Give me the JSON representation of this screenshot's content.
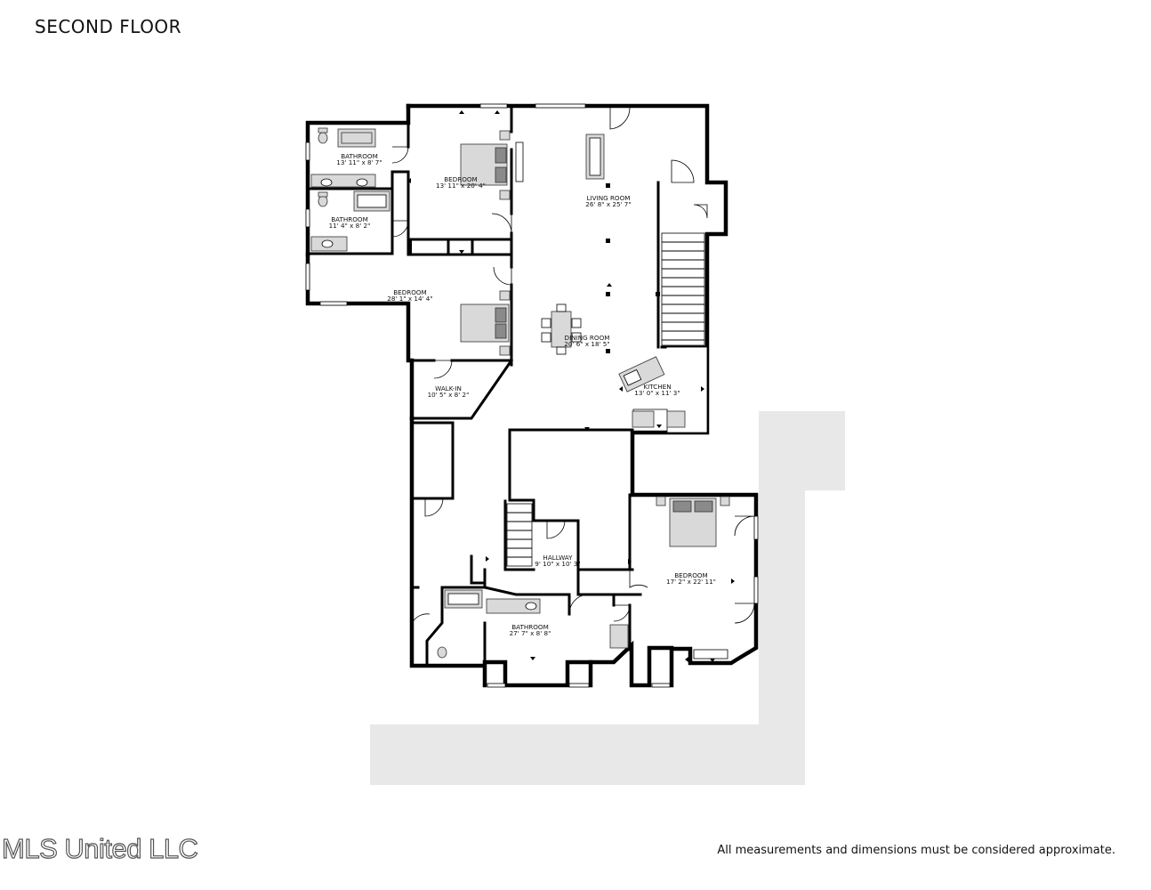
{
  "title": "SECOND FLOOR",
  "watermark": "MLS United LLC",
  "disclaimer": "All measurements and dimensions must be considered approximate.",
  "rooms": [
    {
      "name": "BATHROOM",
      "dims": "13' 11\" x 8' 7\""
    },
    {
      "name": "BEDROOM",
      "dims": "13' 11\" x 20' 4\""
    },
    {
      "name": "LIVING ROOM",
      "dims": "26' 8\" x 25' 7\""
    },
    {
      "name": "BATHROOM",
      "dims": "11' 4\" x 8' 2\""
    },
    {
      "name": "BEDROOM",
      "dims": "28' 1\" x 14' 4\""
    },
    {
      "name": "DINING ROOM",
      "dims": "20' 6\" x 18' 5\""
    },
    {
      "name": "WALK-IN",
      "dims": "10' 5\" x 8' 2\""
    },
    {
      "name": "KITCHEN",
      "dims": "13' 0\" x 11' 3\""
    },
    {
      "name": "HALLWAY",
      "dims": "9' 10\" x 10' 3\""
    },
    {
      "name": "BEDROOM",
      "dims": "17' 2\" x 22' 11\""
    },
    {
      "name": "BATHROOM",
      "dims": "27' 7\" x 8' 8\""
    }
  ]
}
